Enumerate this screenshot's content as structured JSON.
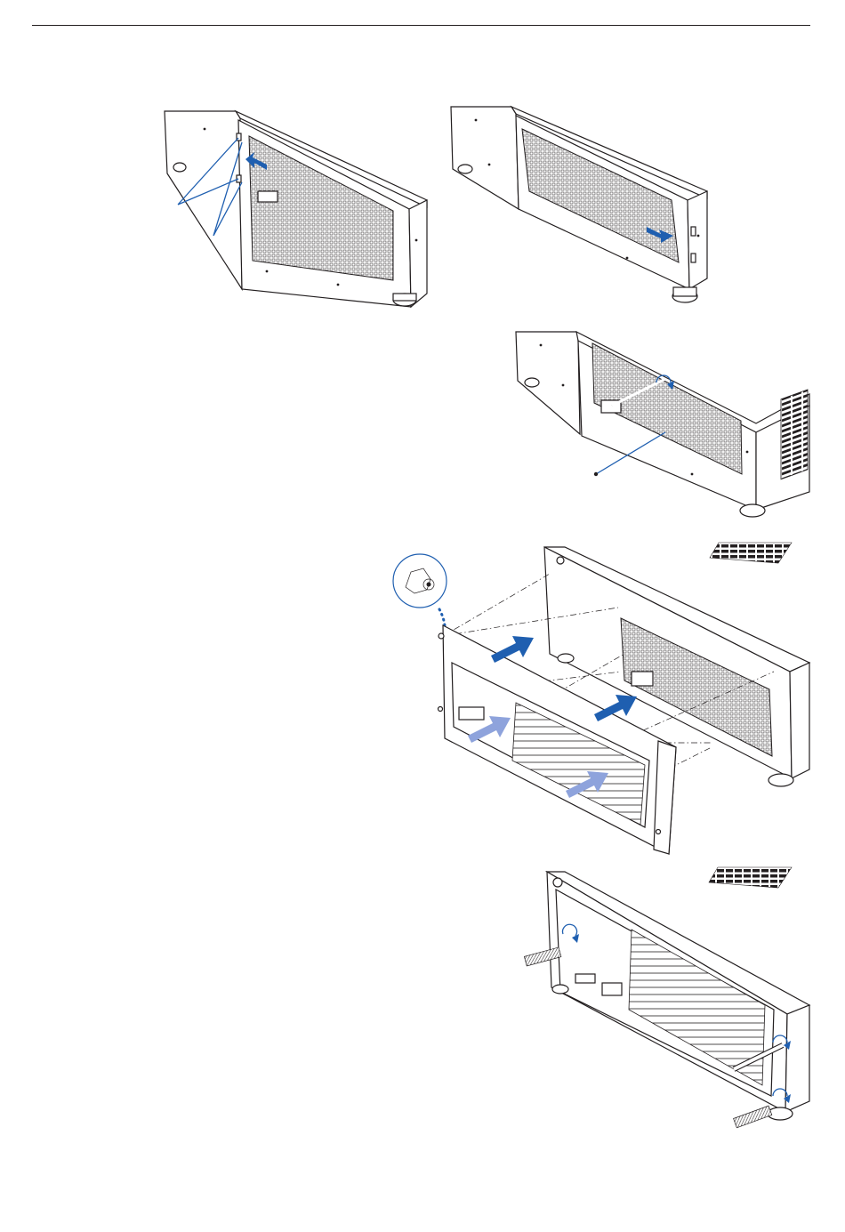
{
  "page": {
    "figures": [
      {
        "id": "fig1",
        "icon": "filter-latch-arrows"
      },
      {
        "id": "fig2",
        "icon": "filter-slide-out"
      },
      {
        "id": "fig3",
        "icon": "screw-removal"
      },
      {
        "id": "fig4",
        "icon": "front-cover-attach"
      },
      {
        "id": "fig5",
        "icon": "front-cover-screws"
      }
    ]
  },
  "colors": {
    "accent_blue": "#1f5fb0",
    "light_blue": "#8ea3dc",
    "line": "#231f20"
  }
}
